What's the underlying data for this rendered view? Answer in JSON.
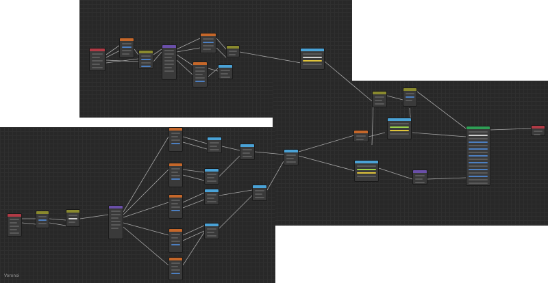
{
  "editor": {
    "status_label": "Voronoi"
  },
  "header_colors": {
    "input": "#b03a45",
    "texture": "#c5672a",
    "converter": "#8a8a2e",
    "vector": "#6a4fa8",
    "color": "#4aa2d6",
    "shader": "#2f9e55",
    "output": "#b03a45"
  },
  "nodes": [
    {
      "name": "tex-coord-node",
      "kind": "input"
    },
    {
      "name": "mapping-node-top",
      "kind": "texture"
    },
    {
      "name": "converter-node-top",
      "kind": "converter"
    },
    {
      "name": "vector-node-top",
      "kind": "vector"
    },
    {
      "name": "texture-node-top-a",
      "kind": "texture"
    },
    {
      "name": "texture-node-top-b",
      "kind": "texture"
    },
    {
      "name": "converter-node-top-b",
      "kind": "converter"
    },
    {
      "name": "color-node-top",
      "kind": "color"
    },
    {
      "name": "color-ramp-node-top",
      "kind": "color"
    },
    {
      "name": "converter-node-mid-a",
      "kind": "converter"
    },
    {
      "name": "converter-node-mid-b",
      "kind": "converter"
    },
    {
      "name": "color-ramp-node-mid",
      "kind": "color"
    },
    {
      "name": "texture-node-mid",
      "kind": "texture"
    },
    {
      "name": "color-ramp-node-low",
      "kind": "color"
    },
    {
      "name": "vector-node-low",
      "kind": "vector"
    },
    {
      "name": "principled-bsdf-node",
      "kind": "shader"
    },
    {
      "name": "material-output-node",
      "kind": "output"
    },
    {
      "name": "tex-coord-node-bottom",
      "kind": "input"
    },
    {
      "name": "mapping-node-bottom",
      "kind": "converter"
    },
    {
      "name": "converter-node-bottom",
      "kind": "converter"
    },
    {
      "name": "vector-node-bottom",
      "kind": "vector"
    },
    {
      "name": "texture-node-b1",
      "kind": "texture"
    },
    {
      "name": "texture-node-b2",
      "kind": "texture"
    },
    {
      "name": "texture-node-b3",
      "kind": "texture"
    },
    {
      "name": "texture-node-b4",
      "kind": "texture"
    },
    {
      "name": "texture-node-b5",
      "kind": "texture"
    },
    {
      "name": "color-node-b1",
      "kind": "color"
    },
    {
      "name": "color-node-b2",
      "kind": "color"
    },
    {
      "name": "color-node-b3",
      "kind": "color"
    },
    {
      "name": "color-node-b4",
      "kind": "color"
    },
    {
      "name": "color-node-b5",
      "kind": "color"
    },
    {
      "name": "color-node-b6",
      "kind": "color"
    },
    {
      "name": "color-node-b7",
      "kind": "color"
    }
  ]
}
